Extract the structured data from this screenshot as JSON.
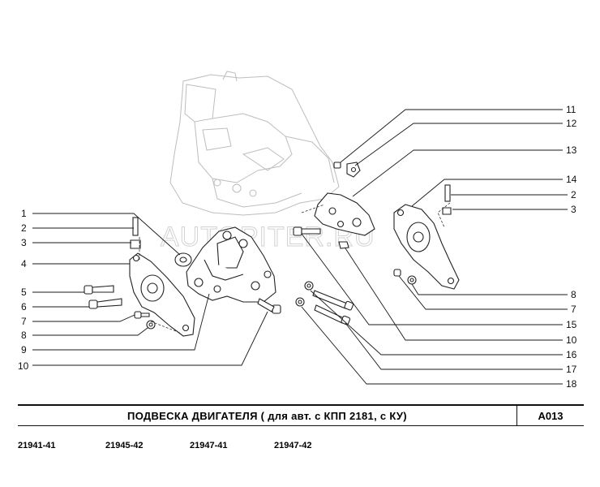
{
  "title": "ПОДВЕСКА   ДВИГАТЕЛЯ ( для авт. с КПП 2181, с КУ)",
  "page_code": "A013",
  "watermark": "AUTOPITER.RU",
  "models": [
    "21941-41",
    "21945-42",
    "21947-41",
    "21947-42"
  ],
  "callouts_left": [
    "1",
    "2",
    "3",
    "4",
    "5",
    "6",
    "7",
    "8",
    "9",
    "10"
  ],
  "callouts_right": [
    "11",
    "12",
    "13",
    "14",
    "2",
    "3",
    "8",
    "7",
    "15",
    "10",
    "16",
    "17",
    "18"
  ]
}
